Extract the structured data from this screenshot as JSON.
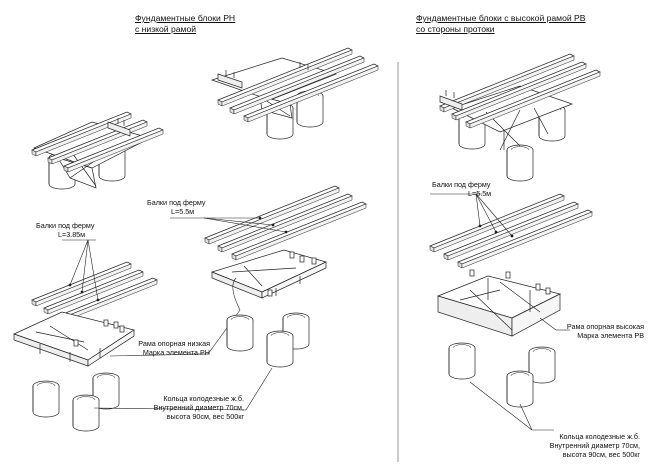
{
  "left_title": {
    "line1": "Фундаментные блоки РН",
    "line2": "с низкой рамой"
  },
  "right_title": {
    "line1": "Фундаментные блоки с высокой рамой РВ",
    "line2": "со стороны протоки"
  },
  "left_labels": {
    "beams_short": {
      "line1": "Балки под ферму",
      "line2": "L=3.85м"
    },
    "beams_long": {
      "line1": "Балки под ферму",
      "line2": "L=5.5м"
    },
    "frame": {
      "line1": "Рама опорная низкая",
      "line2": "Марка элемента РН"
    },
    "rings": {
      "line1": "Кольца колодезные ж.б.",
      "line2": "Внутренний диаметр 70см,",
      "line3": "высота 90см, вес 500кг"
    }
  },
  "right_labels": {
    "beams": {
      "line1": "Балки под ферму",
      "line2": "L=5.5м"
    },
    "frame": {
      "line1": "Рама опорная высокая",
      "line2": "Марка элемента РВ"
    },
    "rings": {
      "line1": "Кольца колодезные ж.б.",
      "line2": "Внутренний диаметр 70см,",
      "line3": "высота 90см, вес 500кг"
    }
  },
  "colors": {
    "line": "#222222",
    "fill": "#ffffff",
    "shade": "#d8d8d8"
  }
}
